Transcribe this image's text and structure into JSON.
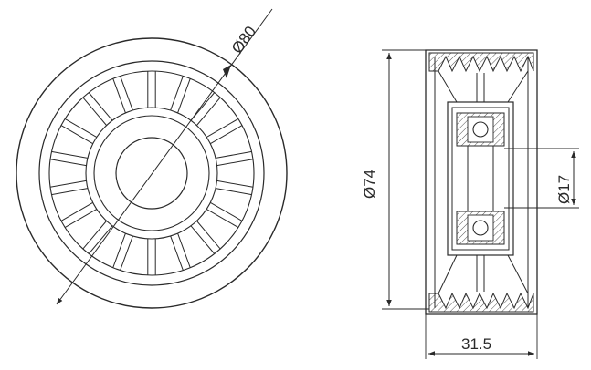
{
  "dimensions": {
    "outer_diameter_front": "Ø80",
    "outer_diameter_side": "Ø74",
    "bore_diameter": "Ø17",
    "width": "31.5"
  },
  "colors": {
    "line": "#2a2a2a",
    "hatch": "#2a2a2a",
    "background": "#ffffff"
  }
}
